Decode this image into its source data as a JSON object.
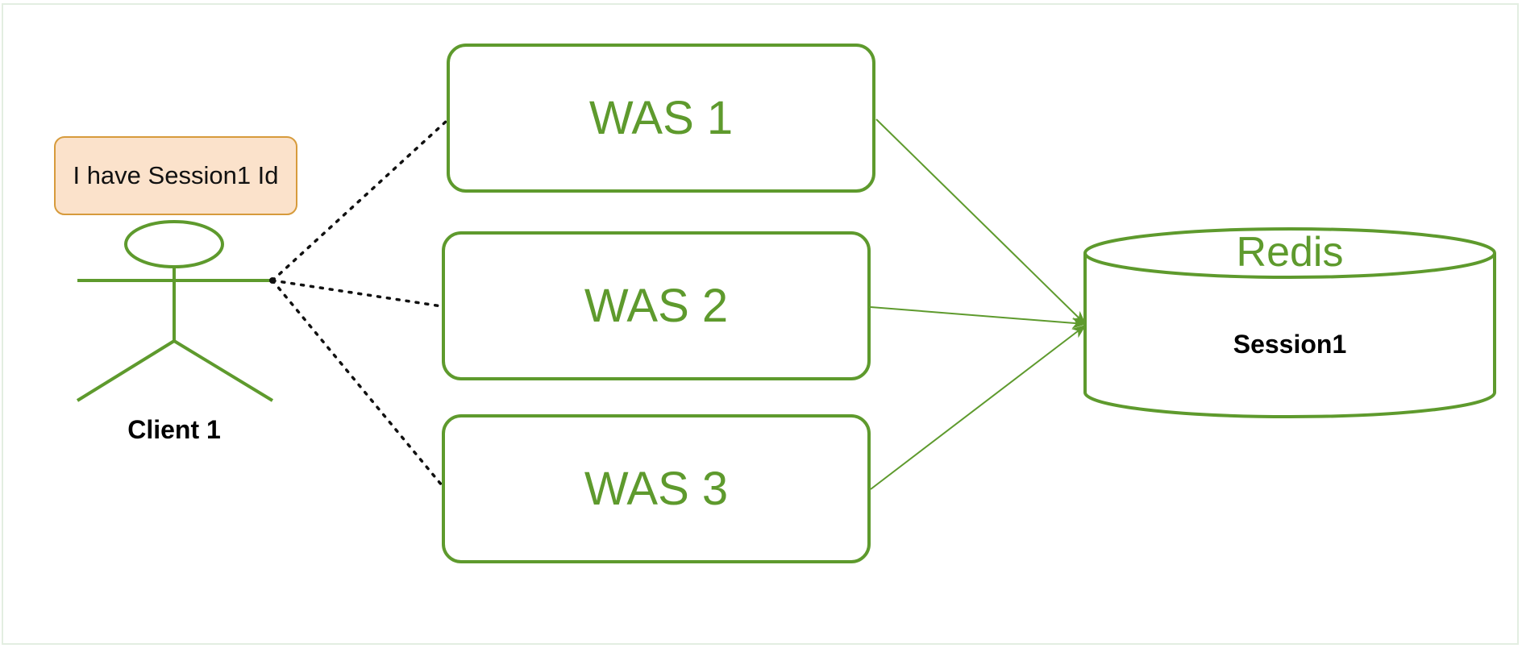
{
  "colors": {
    "green": "#5e9a2d",
    "note_fill": "#fbe2cb",
    "note_border": "#d79b3c",
    "dotted": "#111111",
    "frame": "#e3eee1"
  },
  "note": {
    "text": "I have Session1 Id"
  },
  "client": {
    "label": "Client 1",
    "icon": "actor-icon"
  },
  "servers": [
    {
      "label": "WAS 1"
    },
    {
      "label": "WAS 2"
    },
    {
      "label": "WAS 3"
    }
  ],
  "store": {
    "title": "Redis",
    "content": "Session1",
    "icon": "database-cylinder-icon"
  }
}
